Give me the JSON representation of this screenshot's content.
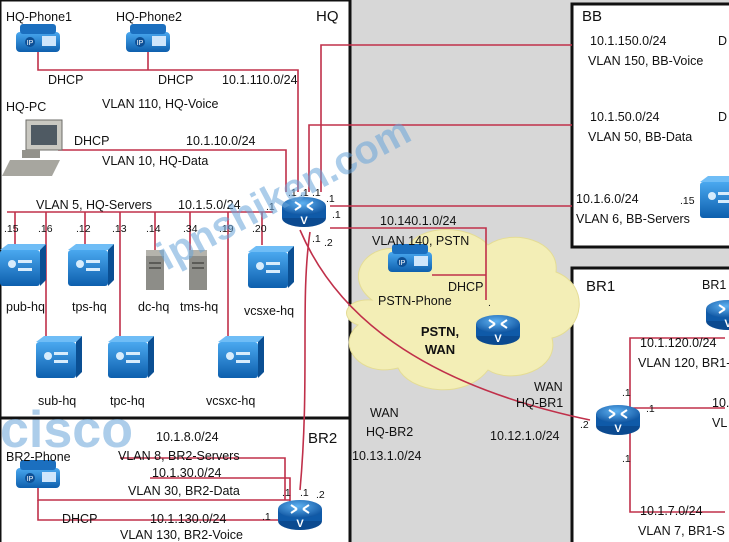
{
  "sites": {
    "hq": "HQ",
    "bb": "BB",
    "br1": "BR1",
    "br2": "BR2"
  },
  "hq": {
    "phone1": "HQ-Phone1",
    "phone2": "HQ-Phone2",
    "pc": "HQ-PC",
    "dhcp1": "DHCP",
    "dhcp2": "DHCP",
    "dhcp3": "DHCP",
    "voice_subnet": "10.1.110.0/24",
    "voice_vlan": "VLAN 110, HQ-Voice",
    "data_subnet": "10.1.10.0/24",
    "data_vlan": "VLAN 10, HQ-Data",
    "servers_vlan": "VLAN 5, HQ-Servers",
    "servers_subnet": "10.1.5.0/24",
    "hosts": [
      ".15",
      ".16",
      ".12",
      ".13",
      ".14",
      ".34",
      ".19",
      ".20"
    ],
    "servers": [
      "pub-hq",
      "tps-hq",
      "dc-hq",
      "tms-hq",
      "vcsxe-hq",
      "sub-hq",
      "tpc-hq",
      "vcsxc-hq"
    ],
    "router_ifaces": [
      ".1",
      ".1",
      ".1",
      ".1",
      ".1",
      ".1",
      ".1",
      ".2"
    ]
  },
  "pstn": {
    "subnet": "10.140.1.0/24",
    "vlan": "VLAN 140, PSTN",
    "dhcp": "DHCP",
    "phone": "PSTN-Phone",
    "cloud_line1": "PSTN,",
    "cloud_line2": "WAN",
    "router_iface": "."
  },
  "bb": {
    "voice_subnet": "10.1.150.0/24",
    "voice_vlan": "VLAN 150, BB-Voice",
    "voice_tail": "D",
    "data_subnet": "10.1.50.0/24",
    "data_vlan": "VLAN 50, BB-Data",
    "data_tail": "D",
    "servers_subnet": "10.1.6.0/24",
    "servers_vlan": "VLAN 6, BB-Servers",
    "server_host": ".15"
  },
  "br1": {
    "wan_label1": "WAN",
    "wan_label2": "HQ-BR1",
    "wan_subnet": "10.12.1.0/24",
    "wan_host": ".2",
    "subnet120": "10.1.120.0/24",
    "vlan120": "VLAN 120, BR1-",
    "r1": "BR1",
    "ifaces": [
      ".1",
      ".1",
      ".1"
    ],
    "subnet_mid": "10.",
    "vlan_mid": "VL",
    "subnet7": "10.1.7.0/24",
    "vlan7": "VLAN 7, BR1-S"
  },
  "br2": {
    "wan_label1": "WAN",
    "wan_label2": "HQ-BR2",
    "wan_subnet": "10.13.1.0/24",
    "phone": "BR2-Phone",
    "dhcp": "DHCP",
    "subnet8": "10.1.8.0/24",
    "vlan8": "VLAN 8, BR2-Servers",
    "subnet30": "10.1.30.0/24",
    "vlan30": "VLAN 30, BR2-Data",
    "subnet130": "10.1.130.0/24",
    "vlan130": "VLAN 130, BR2-Voice",
    "ifaces": [
      ".1",
      ".1",
      ".2",
      ".1"
    ]
  },
  "watermarks": [
    "ipnshiken.com",
    "cisco"
  ],
  "colors": {
    "link": "#c0304a",
    "router": "#1a73c8",
    "server": "#1f86d6",
    "phone": "#2a7fc9",
    "cloud": "#f4efb8"
  }
}
